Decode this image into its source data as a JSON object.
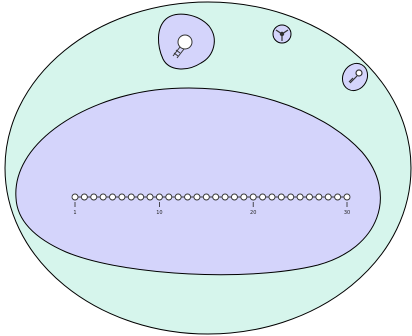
{
  "colors": {
    "outer_fill": "#d6f5ec",
    "inner_fill": "#d4d4fb",
    "stroke": "#000000",
    "structure_stroke": "#333333",
    "bead_fill": "#ffffff"
  },
  "chain": {
    "bead_count": 30,
    "ticks": [
      {
        "position": 1,
        "label": "1"
      },
      {
        "position": 10,
        "label": "10"
      },
      {
        "position": 20,
        "label": "20"
      },
      {
        "position": 30,
        "label": "30"
      }
    ]
  },
  "icons": {
    "pocket_large": "hairpin-loop-icon",
    "pocket_small": "three-way-junction-icon",
    "pocket_right": "kinked-strand-icon"
  }
}
